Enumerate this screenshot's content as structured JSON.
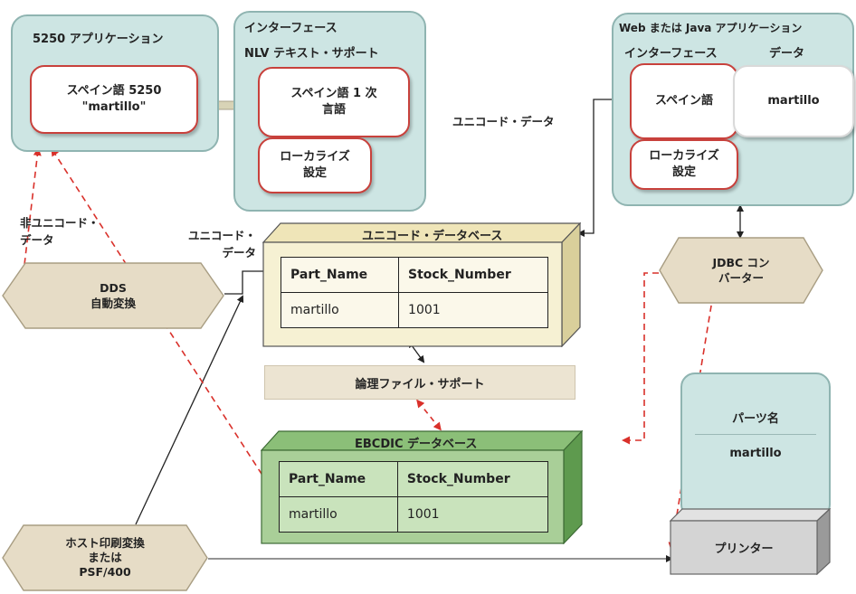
{
  "app5250": {
    "title": "5250 アプリケーション",
    "card_line1": "スペイン語 5250",
    "card_line2": "\"martillo\""
  },
  "interface_nlv": {
    "title_line1": "インターフェース",
    "title_line2": "NLV テキスト・サポート",
    "primary_line1": "スペイン語 1 次",
    "primary_line2": "言語",
    "locale_line1": "ローカライズ",
    "locale_line2": "設定"
  },
  "web_java": {
    "title": "Web または Java アプリケーション",
    "col_interface": "インターフェース",
    "col_data": "データ",
    "spanish": "スペイン語",
    "data_value": "martillo",
    "locale_line1": "ローカライズ",
    "locale_line2": "設定"
  },
  "labels": {
    "unicode_data_top": "ユニコード・データ",
    "non_unicode_line1": "非ユニコード・",
    "non_unicode_line2": "データ",
    "unicode_data_left_line1": "ユニコード・",
    "unicode_data_left_line2": "データ"
  },
  "dds": {
    "line1": "DDS",
    "line2": "自動変換"
  },
  "jdbc": {
    "line1": "JDBC コン",
    "line2": "バーター"
  },
  "unicode_db": {
    "title": "ユニコード・データベース",
    "headers": [
      "Part_Name",
      "Stock_Number"
    ],
    "row": [
      "martillo",
      "1001"
    ]
  },
  "logical_file": {
    "label": "論理ファイル・サポート"
  },
  "ebcdic_db": {
    "title": "EBCDIC データベース",
    "headers": [
      "Part_Name",
      "Stock_Number"
    ],
    "row": [
      "martillo",
      "1001"
    ]
  },
  "parts_card": {
    "label": "パーツ名",
    "value": "martillo"
  },
  "printer": {
    "label": "プリンター"
  },
  "host_print": {
    "line1": "ホスト印刷変換",
    "line2": "または",
    "line3": "PSF/400"
  },
  "colors": {
    "panel_fill": "#cde5e3",
    "card_border_red": "#c8413c",
    "hex_fill": "#e6dcc6",
    "unicode_db_fill": "#f6f1d3",
    "ebcdic_db_fill": "#a9cf98",
    "dashed_red": "#d9302a"
  }
}
